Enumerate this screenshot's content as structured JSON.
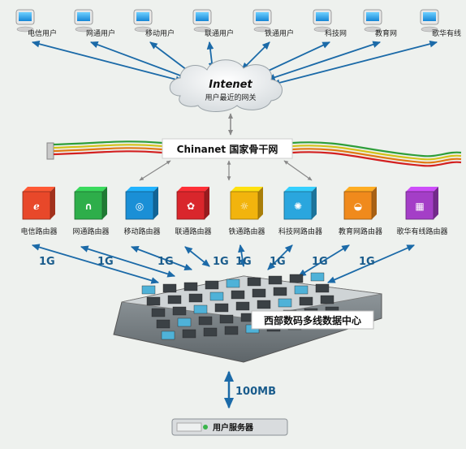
{
  "users": [
    {
      "label": "电信用户"
    },
    {
      "label": "网通用户"
    },
    {
      "label": "移动用户"
    },
    {
      "label": "联通用户"
    },
    {
      "label": "铁通用户"
    },
    {
      "label": "科技网"
    },
    {
      "label": "教育网"
    },
    {
      "label": "歌华有线"
    }
  ],
  "gateway": {
    "title": "Intenet",
    "subtitle": "用户最近的网关"
  },
  "backbone": {
    "label": "Chinanet 国家骨干网"
  },
  "routers": [
    {
      "label": "电信路由器",
      "color": "#e8482a",
      "glyph": "ℯ"
    },
    {
      "label": "网通路由器",
      "color": "#2eae4a",
      "glyph": "∩"
    },
    {
      "label": "移动路由器",
      "color": "#1a8fd6",
      "glyph": "◎"
    },
    {
      "label": "联通路由器",
      "color": "#d9262c",
      "glyph": "✿"
    },
    {
      "label": "铁通路由器",
      "color": "#f2b40d",
      "glyph": "☼"
    },
    {
      "label": "科技网路由器",
      "color": "#2aa6de",
      "glyph": "✺"
    },
    {
      "label": "教育网路由器",
      "color": "#f08a1c",
      "glyph": "◒"
    },
    {
      "label": "歌华有线路由器",
      "color": "#a43ec7",
      "glyph": "▦"
    }
  ],
  "links": {
    "router_speed": "1G",
    "server_speed": "100MB"
  },
  "datacenter": {
    "label": "西部数码多线数据中心"
  },
  "server": {
    "label": "用户服务器"
  }
}
